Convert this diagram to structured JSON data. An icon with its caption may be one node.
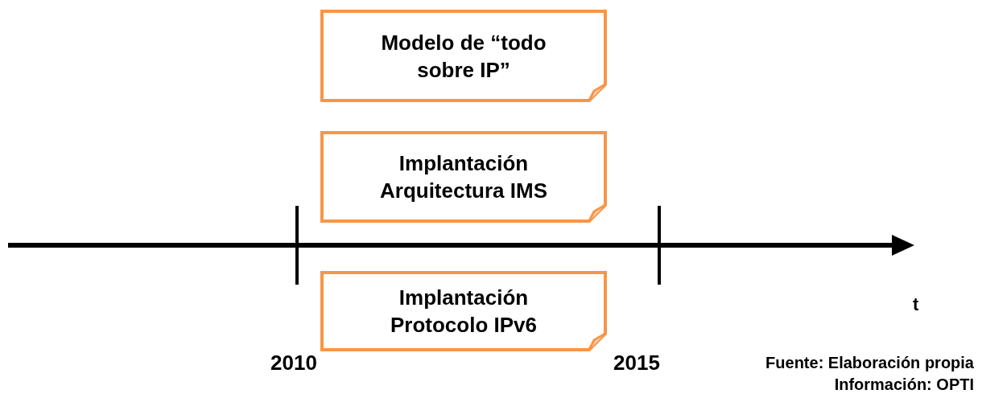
{
  "diagram": {
    "nodes": [
      {
        "text": [
          "Modelo de “todo sobre IP”"
        ]
      },
      {
        "text": [
          "Implantación Arquitectura IMS"
        ]
      },
      {
        "text": [
          "Implantación Protocolo IPv6"
        ]
      }
    ],
    "labels": [
      "2010",
      "2015",
      "t",
      "Fuente: Elaboración propia",
      "Información: OPTI"
    ]
  }
}
